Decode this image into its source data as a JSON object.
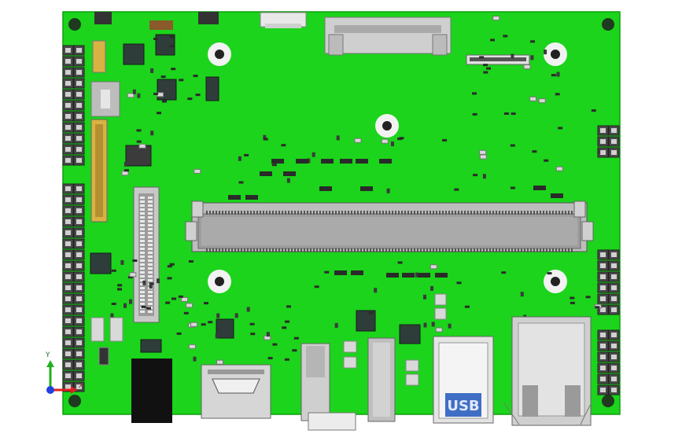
{
  "board": {
    "pcb_color": "#1bd41b",
    "pcb_edge_color": "#0f9e0f",
    "connector_color": "#b9b9b9",
    "chip_color": "#2f3d3a",
    "pad_color": "#d9d9d9",
    "gold_color": "#d8b243",
    "usb_blue": "#2c5fbf"
  },
  "triad": {
    "x_label": "X",
    "y_label": "Y",
    "x_color": "#e02020",
    "y_color": "#20b020",
    "z_color": "#2040e0"
  },
  "usb": {
    "marking": "USB"
  }
}
